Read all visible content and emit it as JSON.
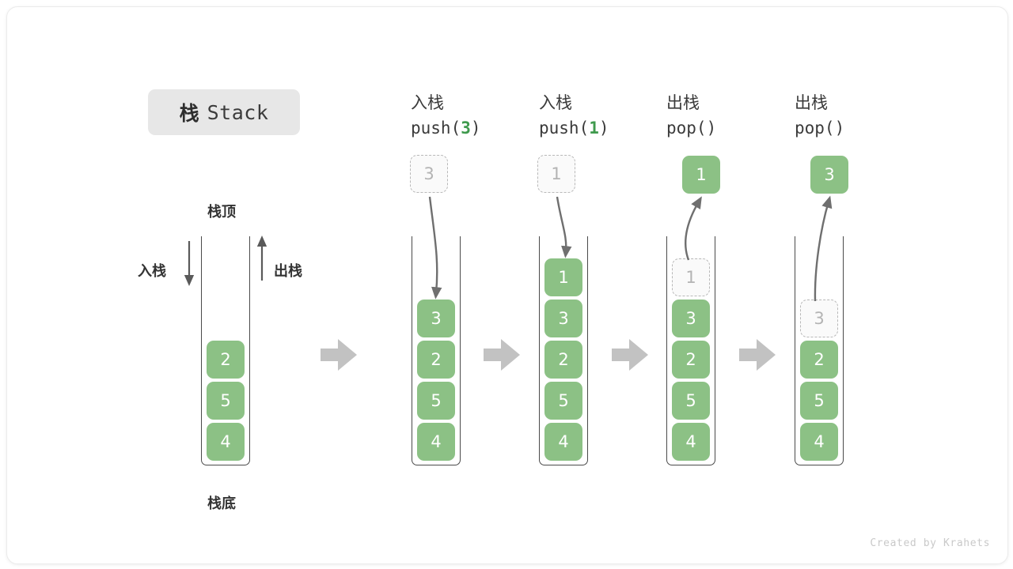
{
  "title": {
    "cn": "栈",
    "en": "Stack"
  },
  "labels": {
    "top": "栈顶",
    "bottom": "栈底",
    "push_side": "入栈",
    "pop_side": "出栈"
  },
  "colors": {
    "item_green": "#8cc185",
    "accent_green": "#3f9a4d",
    "ghost_border": "#b8b8b8",
    "ghost_text": "#b4b4b4",
    "wall": "#4a4a4a",
    "badge_bg": "#e7e7e7",
    "arrow_gray": "#bdbdbd",
    "curve_gray": "#6f6f6f"
  },
  "steps": [
    {
      "id": "initial",
      "op_cn": "",
      "op_code_pre": "",
      "op_arg": "",
      "op_code_post": "",
      "stack_items": [
        "2",
        "5",
        "4"
      ],
      "ghost_top": null,
      "float_value": null
    },
    {
      "id": "push-3",
      "op_cn": "入栈",
      "op_code_pre": "push(",
      "op_arg": "3",
      "op_code_post": ")",
      "stack_items": [
        "3",
        "2",
        "5",
        "4"
      ],
      "ghost_top": null,
      "float_value": "3"
    },
    {
      "id": "push-1",
      "op_cn": "入栈",
      "op_code_pre": "push(",
      "op_arg": "1",
      "op_code_post": ")",
      "stack_items": [
        "1",
        "3",
        "2",
        "5",
        "4"
      ],
      "ghost_top": null,
      "float_value": "1"
    },
    {
      "id": "pop-1",
      "op_cn": "出栈",
      "op_code_pre": "pop(",
      "op_arg": "",
      "op_code_post": ")",
      "stack_items": [
        "3",
        "2",
        "5",
        "4"
      ],
      "ghost_top": "1",
      "float_value": "1"
    },
    {
      "id": "pop-3",
      "op_cn": "出栈",
      "op_code_pre": "pop(",
      "op_arg": "",
      "op_code_post": ")",
      "stack_items": [
        "2",
        "5",
        "4"
      ],
      "ghost_top": "3",
      "float_value": "3"
    }
  ],
  "footer": {
    "credit": "Created by Krahets"
  }
}
